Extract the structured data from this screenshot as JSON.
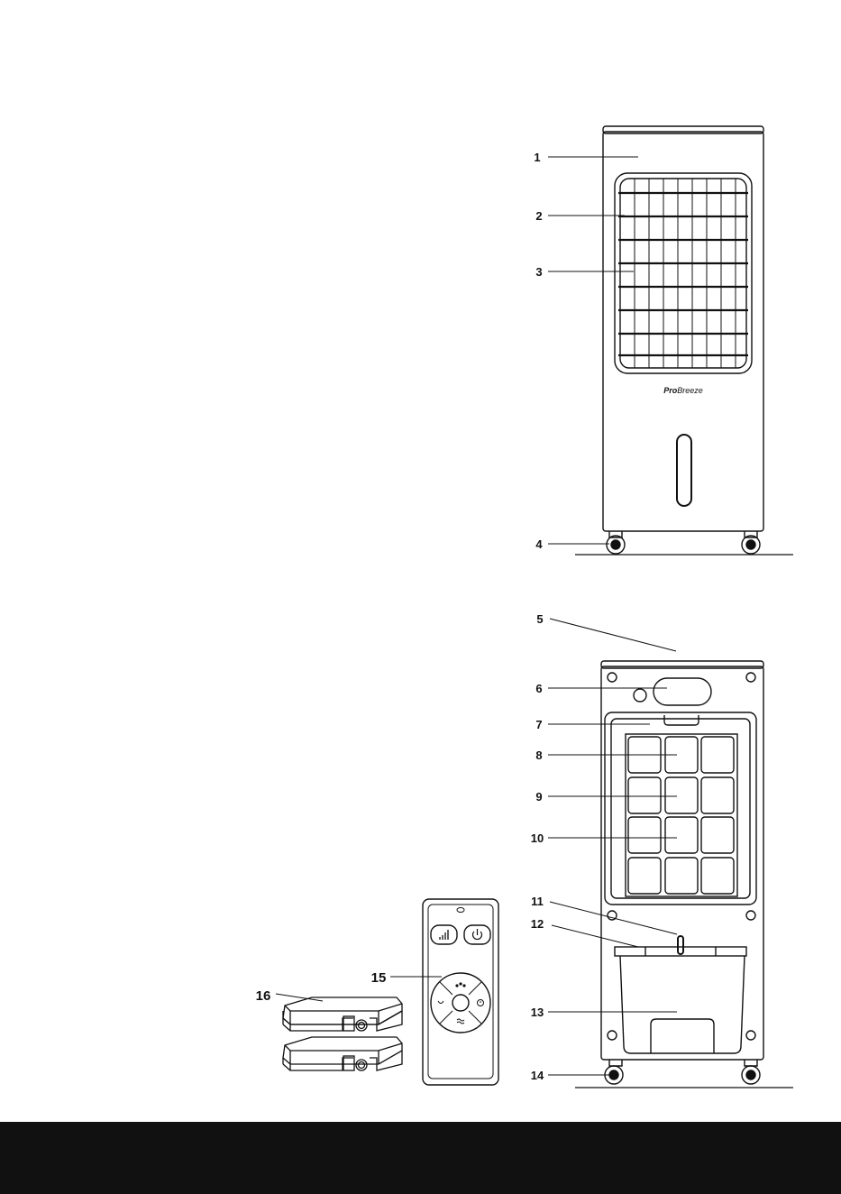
{
  "brand": {
    "prefix": "Pro",
    "suffix": "Breeze"
  },
  "callouts": {
    "c1": "1",
    "c2": "2",
    "c3": "3",
    "c4": "4",
    "c5": "5",
    "c6": "6",
    "c7": "7",
    "c8": "8",
    "c9": "9",
    "c10": "10",
    "c11": "11",
    "c12": "12",
    "c13": "13",
    "c14": "14",
    "c15": "15",
    "c16": "16"
  },
  "colors": {
    "line": "#111111",
    "band": "#111111",
    "background": "#ffffff"
  },
  "icons": [
    "signal-bars-icon",
    "power-icon",
    "drops-icon",
    "swing-icon",
    "timer-icon",
    "wind-mode-icon"
  ]
}
